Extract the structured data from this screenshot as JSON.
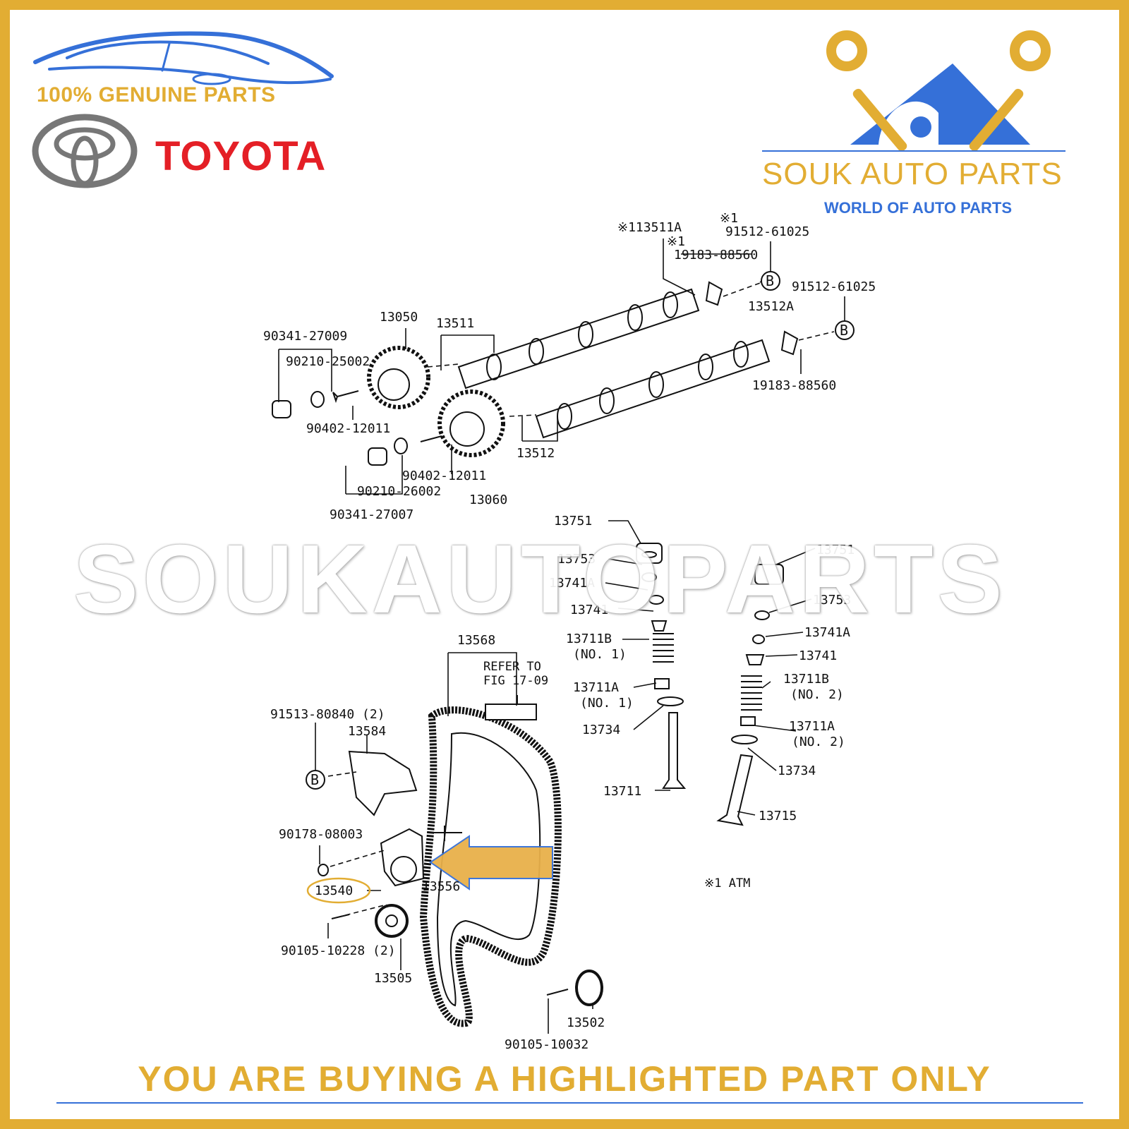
{
  "branding": {
    "genuine_text": "100% GENUINE PARTS",
    "toyota_text": "TOYOTA",
    "souk_name": "SOUK AUTO PARTS",
    "souk_tagline": "WORLD OF AUTO PARTS",
    "watermark": "SOUKAUTOPARTS",
    "footer": "YOU ARE BUYING A HIGHLIGHTED PART ONLY",
    "colors": {
      "gold": "#e2ad33",
      "red": "#e41f26",
      "blue": "#3570d8"
    }
  },
  "diagram": {
    "notes": {
      "atm_note": "※1 ATM",
      "refer_line1": "REFER TO",
      "refer_line2": "FIG 17-09",
      "marker_b": "B"
    },
    "part_labels": [
      "※113511A",
      "※1",
      "91512-61025",
      "※1",
      "19183-88560",
      "91512-61025",
      "13512A",
      "19183-88560",
      "13050",
      "13511",
      "90341-27009",
      "90210-25002",
      "90402-12011",
      "13512",
      "90402-12011",
      "90210-26002",
      "13060",
      "90341-27007",
      "13751",
      "13753",
      "13741A",
      "13741",
      "13711B",
      "(NO. 1)",
      "13711A",
      "(NO. 1)",
      "13734",
      "13711",
      "13751",
      "13753",
      "13741A",
      "13741",
      "13711B",
      "(NO. 2)",
      "13711A",
      "(NO. 2)",
      "13734",
      "13715",
      "13568",
      "91513-80840 (2)",
      "13584",
      "90178-08003",
      "13540",
      "13556",
      "90105-10228 (2)",
      "13505",
      "13502",
      "90105-10032"
    ],
    "highlighted_part": "13540"
  }
}
